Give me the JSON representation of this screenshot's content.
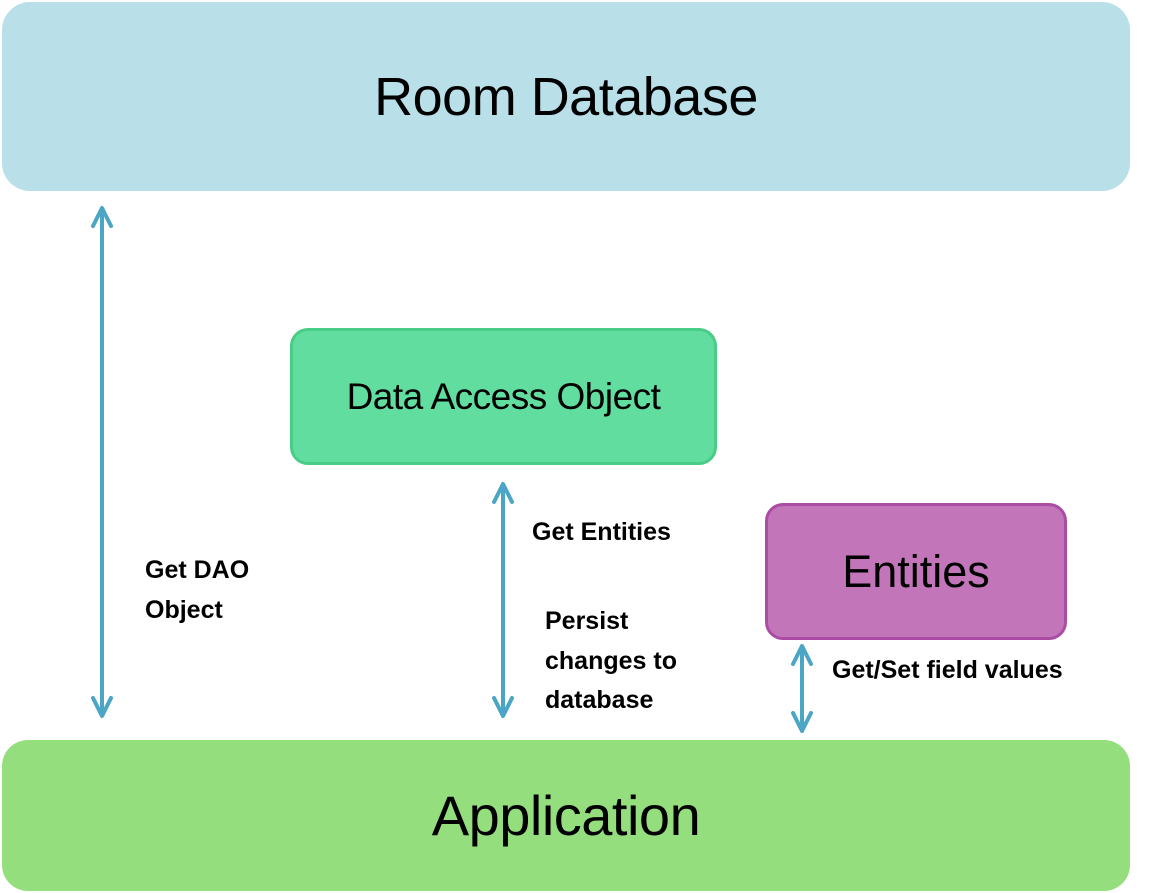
{
  "colors": {
    "room_database_fill": "#b9dfe9",
    "dao_fill": "#61dd9f",
    "dao_border": "#49cc86",
    "entities_fill": "#c276b9",
    "entities_border": "#aa4ca4",
    "application_fill": "#95de7e",
    "arrow": "#4ba5c4"
  },
  "nodes": {
    "room_database": "Room Database",
    "data_access_object": "Data Access Object",
    "entities": "Entities",
    "application": "Application"
  },
  "edges": {
    "get_dao": {
      "line1": "Get DAO",
      "line2": "Object"
    },
    "dao_app": {
      "get_entities": "Get Entities",
      "persist_line1": "Persist",
      "persist_line2": "changes to",
      "persist_line3": "database"
    },
    "entities_app": "Get/Set field values"
  }
}
